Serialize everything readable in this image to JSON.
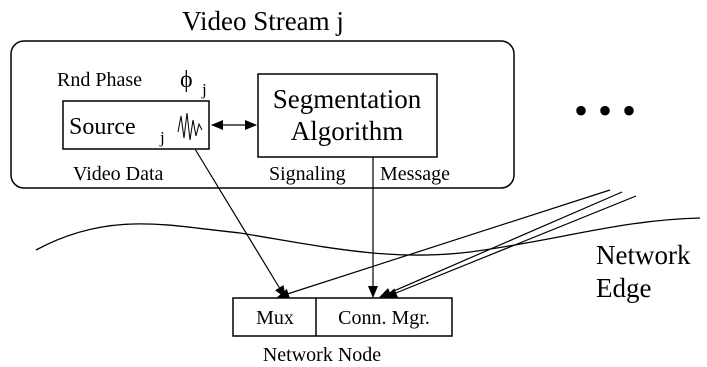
{
  "stream_title": "Video Stream j",
  "rnd_phase": {
    "label": "Rnd Phase",
    "symbol": "ϕ",
    "subscript": "j"
  },
  "source": {
    "label": "Source",
    "subscript": "j"
  },
  "segmentation": {
    "line1": "Segmentation",
    "line2": "Algorithm"
  },
  "video_data_label": "Video Data",
  "signaling_label": "Signaling",
  "message_label": "Message",
  "ellipsis": "• • •",
  "network_edge": {
    "line1": "Network",
    "line2": "Edge"
  },
  "node": {
    "mux": "Mux",
    "conn_mgr": "Conn. Mgr.",
    "label": "Network Node"
  }
}
